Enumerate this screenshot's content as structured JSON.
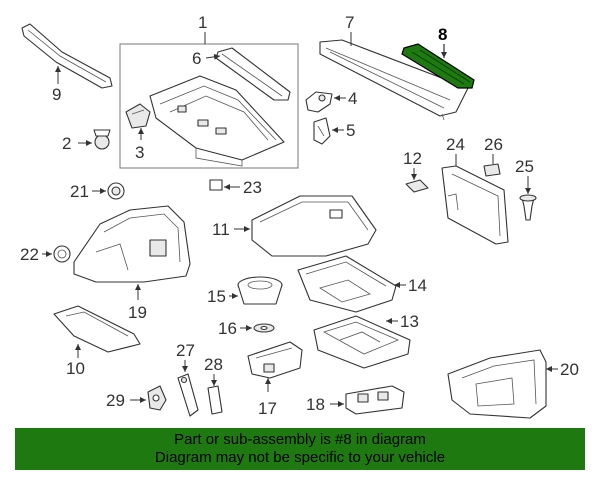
{
  "highlight_color": "#1e7a10",
  "highlighted_part": "8",
  "callouts": {
    "c1": "1",
    "c2": "2",
    "c3": "3",
    "c4": "4",
    "c5": "5",
    "c6": "6",
    "c7": "7",
    "c8": "8",
    "c9": "9",
    "c10": "10",
    "c11": "11",
    "c12": "12",
    "c13": "13",
    "c14": "14",
    "c15": "15",
    "c16": "16",
    "c17": "17",
    "c18": "18",
    "c19": "19",
    "c20": "20",
    "c21": "21",
    "c22": "22",
    "c23": "23",
    "c24": "24",
    "c25": "25",
    "c26": "26",
    "c27": "27",
    "c28": "28",
    "c29": "29"
  },
  "banner": {
    "line1": "Part or sub-assembly is #8 in diagram",
    "line2": "Diagram may not be specific to your vehicle"
  }
}
